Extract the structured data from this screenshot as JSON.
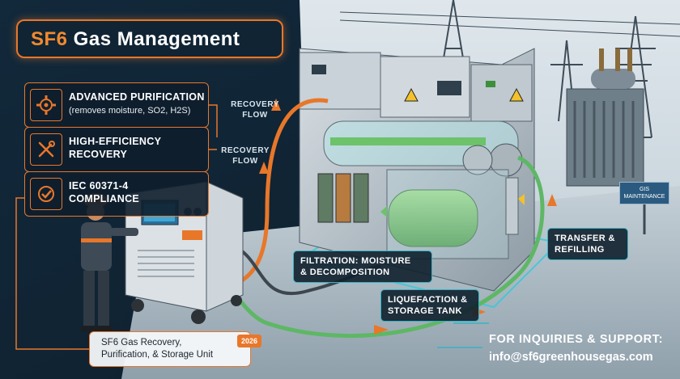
{
  "title": {
    "prefix": "SF6",
    "rest": " Gas Management"
  },
  "features": [
    {
      "title": "ADVANCED PURIFICATION",
      "subtitle": "(removes moisture, SO2, H2S)",
      "icon": "gear-settings-icon"
    },
    {
      "title": "HIGH-EFFICIENCY",
      "title2": "RECOVERY",
      "icon": "tools-wrench-icon"
    },
    {
      "title": "IEC 60371-4",
      "title2": "COMPLIANCE",
      "icon": "shield-check-gear-icon"
    }
  ],
  "flow_labels": {
    "recovery_1": "RECOVERY\nFLOW",
    "recovery_2": "RECOVERY\nFLOW"
  },
  "callouts": {
    "filtration": "FILTRATION: MOISTURE\n& DECOMPOSITION",
    "liquefaction": "LIQUEFACTION &\nSTORAGE TANK",
    "transfer": "TRANSFER &\nREFILLING"
  },
  "unit_caption": "SF6 Gas Recovery,\nPurification, & Storage Unit",
  "year_badge": "2026",
  "gis_sign": "GIS\nMAINTENANCE",
  "contact": {
    "heading": "FOR INQUIRIES & SUPPORT:",
    "email": "info@sf6greenhousegas.com"
  },
  "colors": {
    "accent_orange": "#e8772a",
    "accent_teal": "#37b3c4",
    "pipe_green": "#6cc36a",
    "bg_dark": "#0f2233"
  }
}
